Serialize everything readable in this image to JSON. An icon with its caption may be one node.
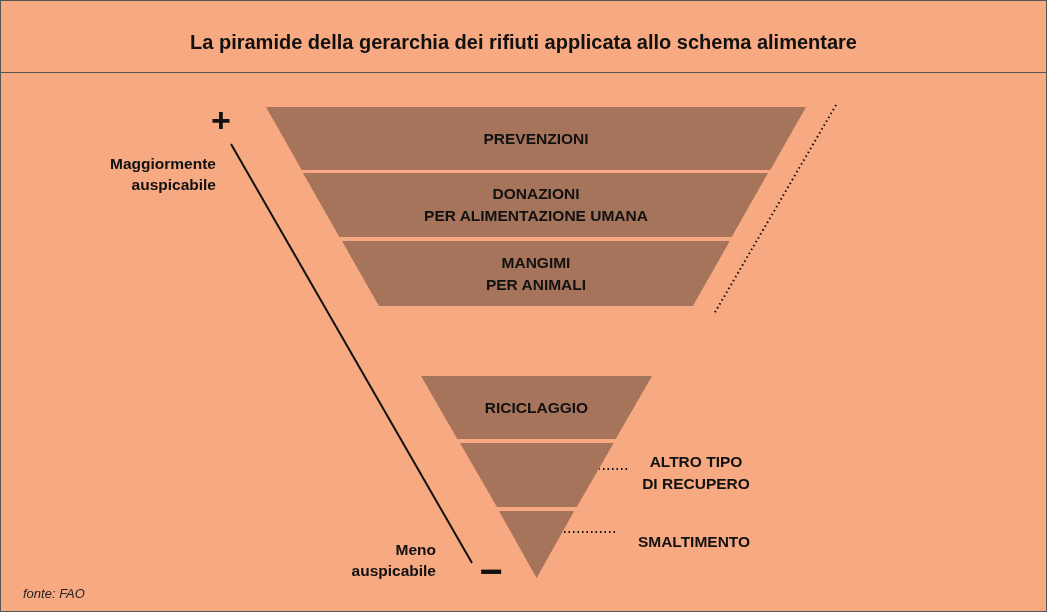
{
  "diagram": {
    "title": "La piramide della gerarchia dei rifiuti applicata allo schema alimentare",
    "caption": "fonte: FAO",
    "nodes": [
      {
        "text": [
          "PREVENZIONI"
        ]
      },
      {
        "text": [
          "DONAZIONI PER ALIMENTAZIONE UMANA"
        ]
      },
      {
        "text": [
          "MANGIMI PER ANIMALI"
        ]
      },
      {
        "text": [
          "RICICLAGGIO"
        ]
      },
      {
        "text": [],
        "shape": "trapezoid"
      },
      {
        "text": [],
        "shape": "triangle"
      },
      {
        "text": [
          "ALTRO TIPO DI RECUPERO"
        ]
      },
      {
        "text": [
          "SMALTIMENTO"
        ]
      }
    ],
    "edges": [
      {
        "from": 6,
        "to": 4,
        "arrow": "none",
        "style": "dashed"
      },
      {
        "from": 7,
        "to": 5,
        "arrow": "none",
        "style": "dashed"
      }
    ],
    "labels": [
      "+",
      "Maggiormente auspicabile",
      "Meno auspicabile",
      "−"
    ]
  }
}
